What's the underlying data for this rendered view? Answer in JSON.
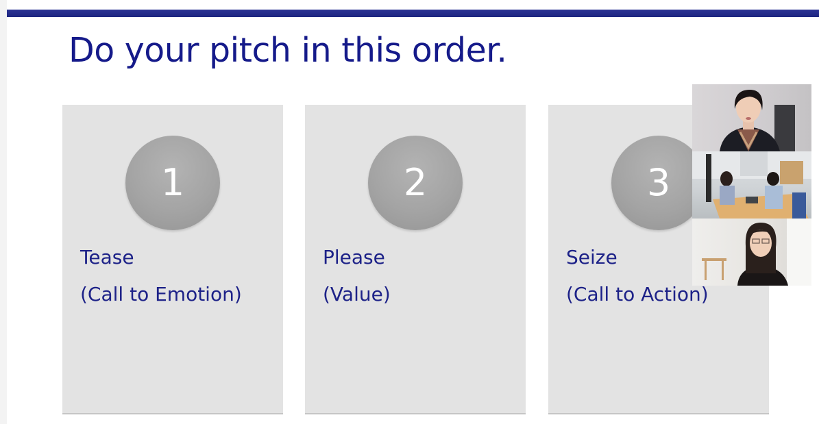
{
  "slide": {
    "title": "Do your pitch in this order."
  },
  "steps": [
    {
      "number": "1",
      "title": "Tease",
      "subtitle": "(Call to Emotion)"
    },
    {
      "number": "2",
      "title": "Please",
      "subtitle": "(Value)"
    },
    {
      "number": "3",
      "title": "Seize",
      "subtitle": "(Call to Action)"
    }
  ],
  "colors": {
    "accent_bar": "#1d2580",
    "title_text": "#151a8a",
    "card_background": "#e3e3e3",
    "circle": "#a4a4a4"
  },
  "participants": [
    {
      "icon": "presenter-video-icon"
    },
    {
      "icon": "meeting-room-video-icon"
    },
    {
      "icon": "participant-video-icon"
    }
  ]
}
